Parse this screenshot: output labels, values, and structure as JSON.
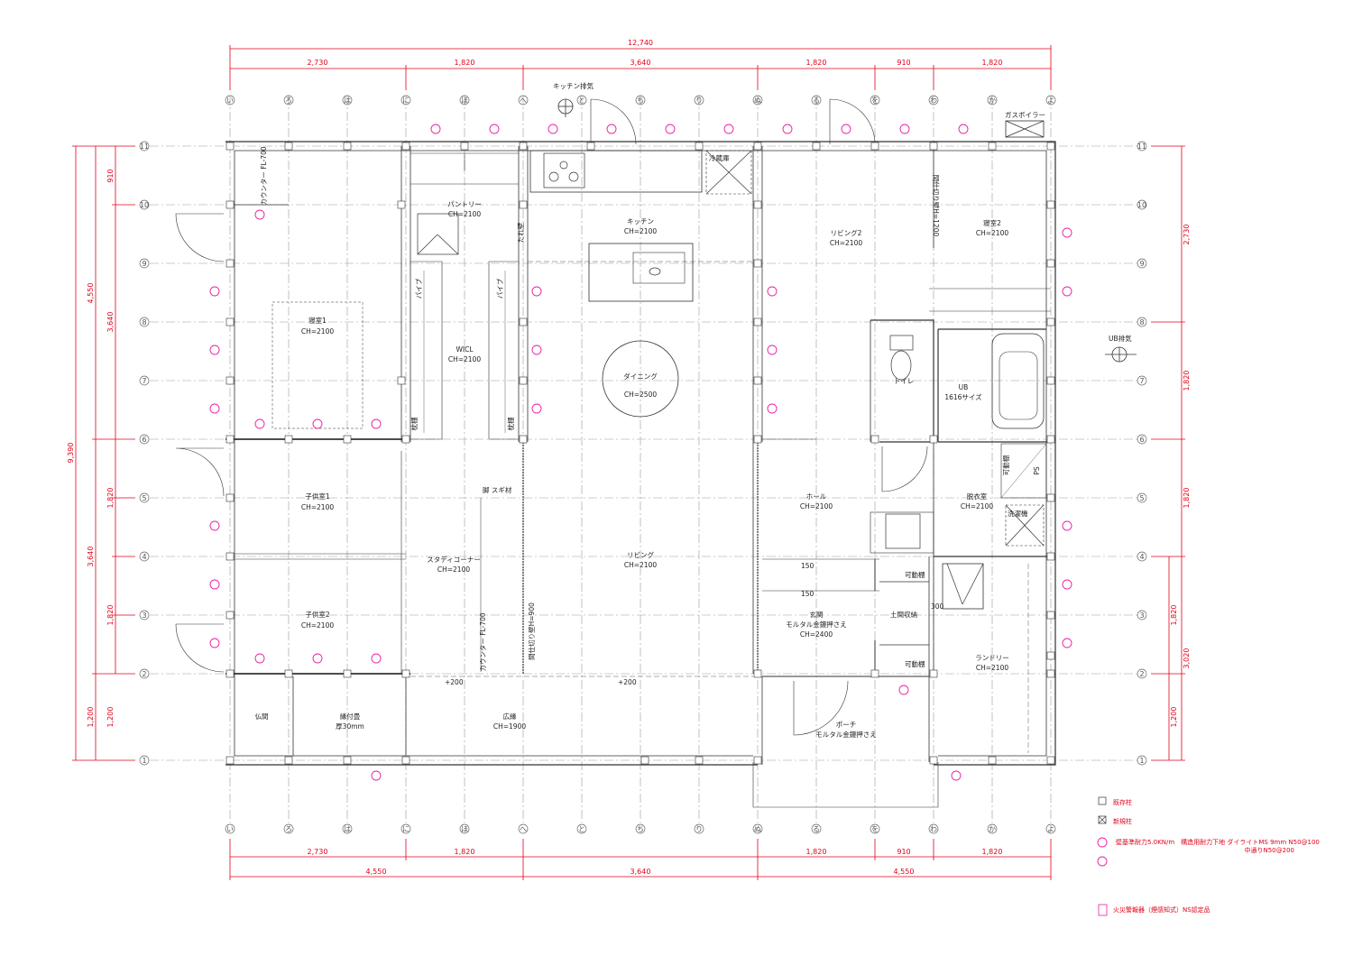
{
  "dimensions": {
    "top_total": "12,740",
    "top_segments": [
      "2,730",
      "1,820",
      "3,640",
      "1,820",
      "910",
      "1,820"
    ],
    "bottom_segments": [
      "2,730",
      "1,820",
      "1,820",
      "910",
      "1,820"
    ],
    "bottom_totals": [
      "4,550",
      "3,640",
      "4,550"
    ],
    "left_total": "9,390",
    "left_a": [
      "910",
      "3,640",
      "1,820",
      "1,820",
      "1,200"
    ],
    "left_b": [
      "4,550",
      "3,640",
      "1,200"
    ],
    "right": [
      "2,730",
      "1,820",
      "1,820",
      "1,820",
      "1,200"
    ],
    "right_b": "3,020"
  },
  "grid_cols": [
    "い",
    "ろ",
    "は",
    "に",
    "ほ",
    "へ",
    "と",
    "ち",
    "り",
    "ぬ",
    "る",
    "を",
    "わ",
    "か",
    "よ"
  ],
  "grid_rows": [
    "11",
    "10",
    "9",
    "8",
    "7",
    "6",
    "5",
    "4",
    "3",
    "2",
    "1"
  ],
  "rooms": {
    "bedroom1": "寝室1",
    "ch2100": "CH=2100",
    "pantry": "パントリー",
    "kitchen": "キッチン",
    "living2": "リビング2",
    "bedroom2": "寝室2",
    "wicl": "WICL",
    "dining": "ダイニング",
    "dining_ch": "CH=2500",
    "ub": "UB",
    "ub_size": "1616サイズ",
    "toilet": "トイレ",
    "kids1": "子供室1",
    "kids2": "子供室2",
    "study": "スタディコーナー",
    "living": "リビング",
    "hall": "ホール",
    "dressing": "脱衣室",
    "laundry": "ランドリー",
    "genkan": "玄関",
    "genkan_finish": "モルタル金鏝押さえ",
    "genkan_ch": "CH=2400",
    "doma": "土間収納",
    "butsuma": "仏間",
    "tatami": "縁付畳",
    "tatami_thk": "厚30mm",
    "engawa": "広縁",
    "engawa_ch": "CH=1900",
    "porch": "ポーチ",
    "porch_finish": "モルタル金鏝押さえ"
  },
  "labels": {
    "kitchen_exhaust": "キッチン排気",
    "ub_exhaust": "UB排気",
    "gas_boiler": "ガスボイラー",
    "fridge": "冷蔵庫",
    "counter1": "カウンター FL-700",
    "counter2": "カウンター FL-700",
    "partition1": "間仕切り壁H=1200",
    "partition2": "間仕切り壁H=900",
    "leg": "脚 スギ材",
    "kadotana": "可動棚",
    "washer": "洗濯機",
    "ps": "PS",
    "pipe": "パイプ",
    "eda": "枕棚",
    "tare": "たれ壁",
    "p200a": "+200",
    "p200b": "+200",
    "d150a": "150",
    "d150b": "150",
    "d300": "300"
  },
  "legend": {
    "existing": "既存柱",
    "new": "新規柱",
    "wall_line1": "壁基準耐力5.0KN/m　構造用耐力下地 ダイライトMS 9mm N50@100",
    "wall_line2": "中通りN50@200",
    "alarm": "火災警報器（煙感知式）NS認定品"
  }
}
